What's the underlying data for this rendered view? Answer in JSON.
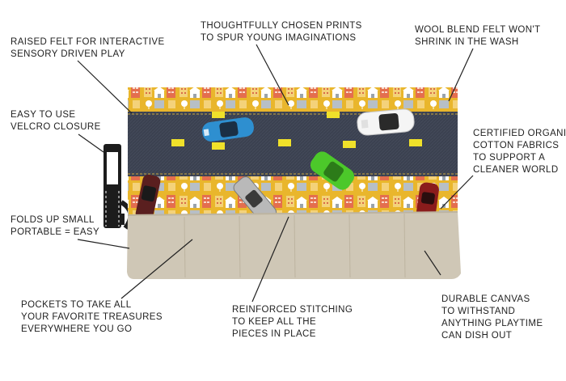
{
  "annotations": [
    {
      "id": "raised-felt",
      "lines": [
        "Raised felt for interactive",
        "sensory driven play"
      ]
    },
    {
      "id": "prints",
      "lines": [
        "Thoughtfully chosen prints",
        "to spur young imaginations"
      ]
    },
    {
      "id": "wool-felt",
      "lines": [
        "Wool blend felt won't",
        "shrink in the wash"
      ]
    },
    {
      "id": "velcro",
      "lines": [
        "Easy to use",
        "velcro closure"
      ]
    },
    {
      "id": "organic",
      "lines": [
        "Certified organic",
        "cotton fabrics",
        "to support a",
        "cleaner world"
      ]
    },
    {
      "id": "folds",
      "lines": [
        "Folds up small",
        "portable = easy"
      ]
    },
    {
      "id": "pockets",
      "lines": [
        "Pockets to take all",
        "your favorite treasures",
        "everywhere you go"
      ]
    },
    {
      "id": "stitching",
      "lines": [
        "Reinforced stitching",
        "to keep all the",
        "pieces in place"
      ]
    },
    {
      "id": "canvas",
      "lines": [
        "Durable canvas",
        "to withstand",
        "anything playtime",
        "can dish out"
      ]
    }
  ],
  "colors": {
    "print_yellow": "#e9b62c",
    "road": "#3b4150",
    "canvas": "#cfc7b6",
    "stripe": "#f0e12a",
    "strap": "#1c1c1c",
    "leader": "#222222"
  }
}
